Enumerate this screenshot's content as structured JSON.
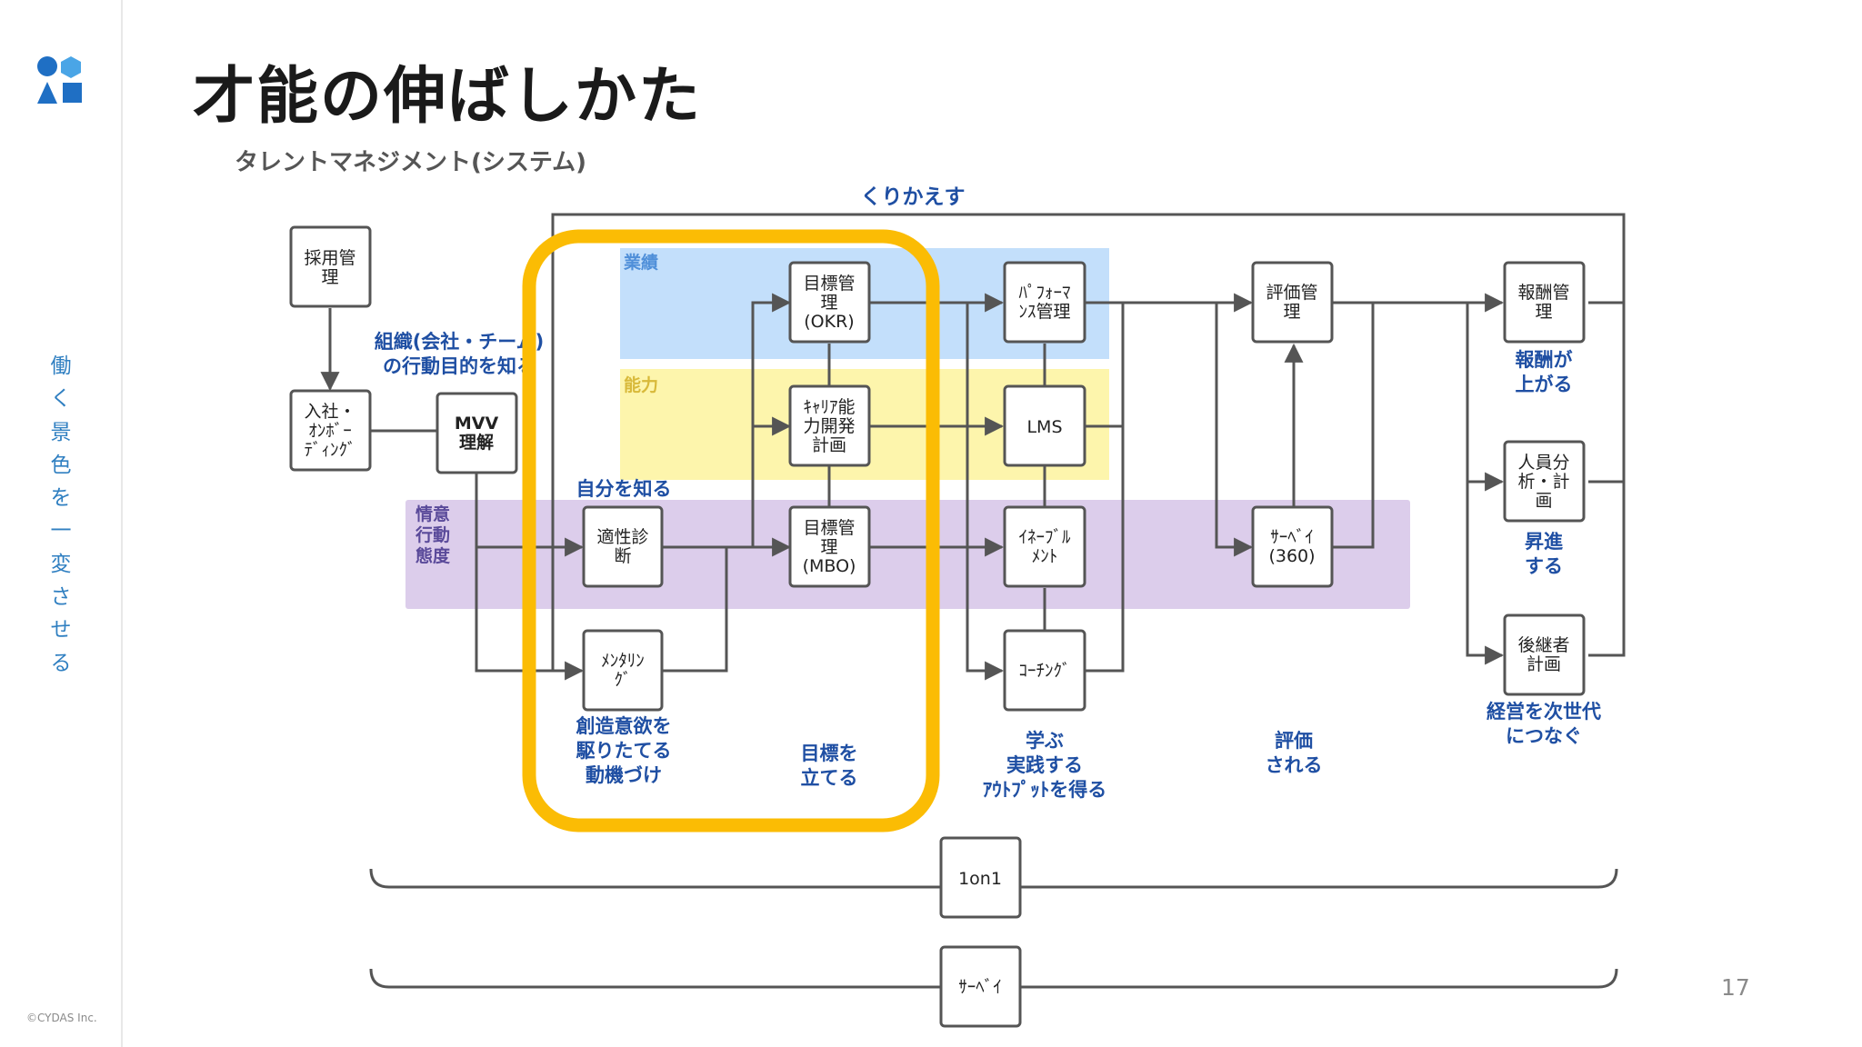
{
  "slide": {
    "title": "才能の伸ばしかた",
    "sidebar_vertical_text": [
      "働",
      "く",
      "景",
      "色",
      "を",
      "一",
      "変",
      "さ",
      "せ",
      "る"
    ],
    "copyright": "©CYDAS Inc.",
    "page_number": "17"
  },
  "colors": {
    "accent_blue": "#2f7fc1",
    "diagram_label_blue": "#1f4fa3",
    "highlight_orange": "#fbbc04",
    "band_performance": "#c3dffb",
    "band_ability": "#fdf5ac",
    "band_attitude": "#dccdeb",
    "logo_blue": "#1f6fc4",
    "logo_light": "#4aa5e6"
  },
  "diagram": {
    "subtitle": "タレントマネジメント(システム)",
    "repeat_label": "くりかえす",
    "bands": {
      "performance": "業績",
      "ability": "能力",
      "attitude": [
        "情意",
        "行動",
        "態度"
      ]
    },
    "boxes": {
      "recruit": [
        "採用管",
        "理"
      ],
      "onboarding": [
        "入社・",
        "ｵﾝﾎﾞｰ",
        "ﾃﾞｨﾝｸﾞ"
      ],
      "mvv": [
        "MVV",
        "理解"
      ],
      "aptitude": [
        "適性診",
        "断"
      ],
      "mentoring": [
        "ﾒﾝﾀﾘﾝ",
        "ｸﾞ"
      ],
      "okr": [
        "目標管",
        "理",
        "(OKR)"
      ],
      "career": [
        "ｷｬﾘｱ能",
        "力開発",
        "計画"
      ],
      "mbo": [
        "目標管",
        "理",
        "(MBO)"
      ],
      "performance_mgmt": [
        "ﾊﾟﾌｫｰﾏ",
        "ﾝｽ管理"
      ],
      "lms": [
        "LMS"
      ],
      "enablement": [
        "ｲﾈｰﾌﾞﾙ",
        "ﾒﾝﾄ"
      ],
      "coaching": [
        "ｺｰﾁﾝｸﾞ"
      ],
      "evaluation": [
        "評価管",
        "理"
      ],
      "survey360": [
        "ｻｰﾍﾞｲ",
        "(360)"
      ],
      "reward": [
        "報酬管",
        "理"
      ],
      "workforce": [
        "人員分",
        "析・計",
        "画"
      ],
      "succession": [
        "後継者",
        "計画"
      ],
      "one_on_one": [
        "1on1"
      ],
      "survey_bottom": [
        "ｻｰﾍﾞｲ"
      ]
    },
    "labels": {
      "org_purpose": [
        "組織(会社・チーム)",
        "の行動目的を知る"
      ],
      "know_self": [
        "自分を知る"
      ],
      "motivation": [
        "創造意欲を",
        "駆りたてる",
        "動機づけ"
      ],
      "set_goals": [
        "目標を",
        "立てる"
      ],
      "learn": [
        "学ぶ",
        "実践する",
        "ｱｳﾄﾌﾟｯﾄを得る"
      ],
      "evaluated": [
        "評価",
        "される"
      ],
      "reward_up": [
        "報酬が",
        "上がる"
      ],
      "promotion": [
        "昇進",
        "する"
      ],
      "next_gen": [
        "経営を次世代",
        "につなぐ"
      ]
    }
  }
}
